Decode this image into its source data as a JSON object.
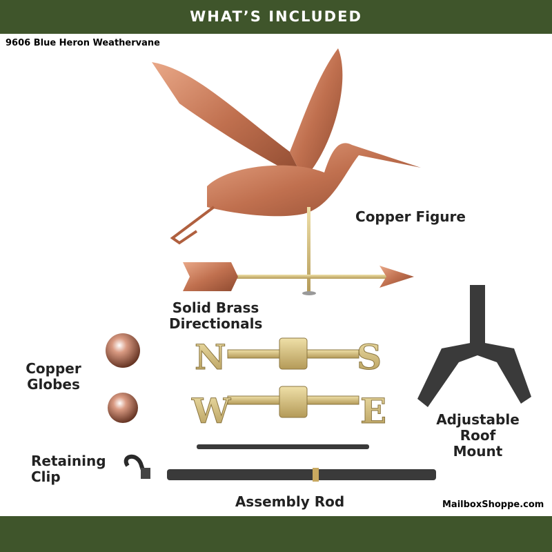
{
  "header": {
    "title": "WHAT’S INCLUDED"
  },
  "product_name": "9606 Blue Heron Weathervane",
  "labels": {
    "copper_figure": "Copper Figure",
    "brass_directionals": "Solid Brass Directionals",
    "copper_globes": "Copper Globes",
    "roof_mount": "Adjustable Roof Mount",
    "retaining_clip": "Retaining Clip",
    "assembly_rod": "Assembly Rod"
  },
  "directional_letters": [
    "N",
    "S",
    "W",
    "E"
  ],
  "website": "MailboxShoppe.com",
  "colors": {
    "brand_green": "#3f552b",
    "copper": "#c87a5a",
    "brass": "#d8c48a",
    "steel": "#3a3a3a"
  }
}
